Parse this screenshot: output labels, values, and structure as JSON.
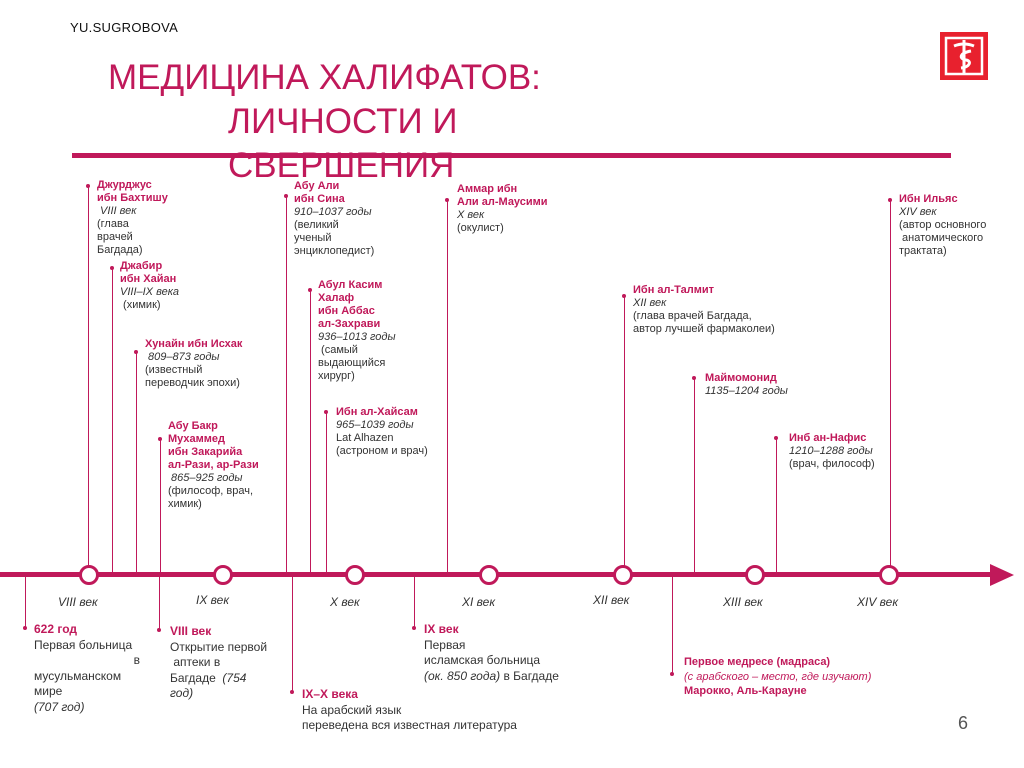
{
  "author": "YU.SUGROBOVA",
  "title": [
    "МЕДИЦИНА ХАЛИФАТОВ:",
    "ЛИЧНОСТИ И",
    "СВЕРШЕНИЯ"
  ],
  "page_number": "6",
  "colors": {
    "accent": "#c0195a",
    "text": "#333333"
  },
  "logo_icon": "red-square-caduceus-icon",
  "upper_entries": [
    {
      "name": [
        "Джурджус",
        "ибн Бахтишу"
      ],
      "lines": [
        {
          "t": " VIII век",
          "i": true
        },
        {
          "t": "(глава"
        },
        {
          "t": "врачей"
        },
        {
          "t": "Багдада)"
        }
      ]
    },
    {
      "name": [
        "Джабир",
        "ибн Хайан"
      ],
      "lines": [
        {
          "t": "VIII–IX века",
          "i": true
        },
        {
          "t": " (химик)"
        }
      ]
    },
    {
      "name": [
        "Хунайн ибн Исхак"
      ],
      "lines": [
        {
          "t": " 809–873 годы",
          "i": true
        },
        {
          "t": "(известный"
        },
        {
          "t": "переводчик эпохи)"
        }
      ]
    },
    {
      "name": [
        "Абу Бакр",
        "Мухаммед",
        "ибн Закарийа",
        "ал-Рази, ар-Рази"
      ],
      "lines": [
        {
          "t": " 865–925 годы",
          "i": true
        },
        {
          "t": "(философ, врач,"
        },
        {
          "t": "химик)"
        }
      ]
    },
    {
      "name": [
        "Абу Али",
        "ибн Сина"
      ],
      "lines": [
        {
          "t": "910–1037 годы",
          "i": true
        },
        {
          "t": "(великий"
        },
        {
          "t": "ученый"
        },
        {
          "t": "энциклопедист)"
        }
      ]
    },
    {
      "name": [
        "Абул Касим",
        " Халаф",
        "ибн Аббас",
        "ал-Захрави"
      ],
      "lines": [
        {
          "t": "936–1013 годы",
          "i": true
        },
        {
          "t": " (самый"
        },
        {
          "t": "выдающийся"
        },
        {
          "t": "хирург)"
        }
      ]
    },
    {
      "name": [
        "Ибн ал-Хайсам"
      ],
      "lines": [
        {
          "t": "965–1039 годы",
          "i": true
        },
        {
          "t": "Lat Alhazen"
        },
        {
          "t": "(астроном и врач)"
        }
      ]
    },
    {
      "name": [
        "Аммар ибн",
        "Али ал-Маусими"
      ],
      "lines": [
        {
          "t": "X век",
          "i": true
        },
        {
          "t": "(окулист)"
        }
      ]
    },
    {
      "name": [
        "Ибн ал-Талмит"
      ],
      "lines": [
        {
          "t": "XII век",
          "i": true
        },
        {
          "t": "(глава врачей Багдада,"
        },
        {
          "t": "автор лучшей фармаколеи)"
        }
      ]
    },
    {
      "name": [
        "Маймомонид"
      ],
      "lines": [
        {
          "t": "1135–1204 годы",
          "i": true
        }
      ]
    },
    {
      "name": [
        "Инб ан-Нафис"
      ],
      "lines": [
        {
          "t": "1210–1288 годы",
          "i": true
        },
        {
          "t": "(врач, философ)"
        }
      ]
    },
    {
      "name": [
        "Ибн Ильяс"
      ],
      "lines": [
        {
          "t": "XIV век",
          "i": true
        },
        {
          "t": "(автор основного"
        },
        {
          "t": " анатомического"
        },
        {
          "t": "трактата)"
        }
      ]
    }
  ],
  "centuries": [
    "VIII век",
    "IX век",
    "X век",
    "XI век",
    "XII век",
    "XIII век",
    "XIV век"
  ],
  "lower_entries": [
    {
      "head": "622 год",
      "lines": [
        {
          "t": "Первая больница"
        },
        {
          "t": "в",
          "right": true
        },
        {
          "t": "мусульманском"
        },
        {
          "t": "мире"
        },
        {
          "t": "(707 год)",
          "i": true
        }
      ]
    },
    {
      "head": "VIII век",
      "lines": [
        {
          "t": "Открытие первой"
        },
        {
          "t": " аптеки в"
        },
        {
          "parts": [
            {
              "t": "Багдаде  "
            },
            {
              "t": "(754",
              "i": true
            }
          ]
        },
        {
          "t": "год)",
          "i": true
        }
      ]
    },
    {
      "head": "IX–X века",
      "lines": [
        {
          "t": "На арабский язык"
        },
        {
          "t": "переведена вся известная литература"
        }
      ]
    },
    {
      "head": "IX век",
      "lines": [
        {
          "t": "Первая"
        },
        {
          "t": "исламская больница"
        },
        {
          "parts": [
            {
              "t": "(ок. 850 года)",
              "i": true
            },
            {
              "t": " в Багдаде"
            }
          ]
        }
      ]
    },
    {
      "head": "Первое медресе (мадраса)",
      "lines": [
        {
          "t": "(с арабского – место, где изучают)",
          "i": true,
          "accent": true
        },
        {
          "t": "Марокко, Аль-Караунe",
          "bold": true,
          "accent": true
        }
      ]
    }
  ]
}
